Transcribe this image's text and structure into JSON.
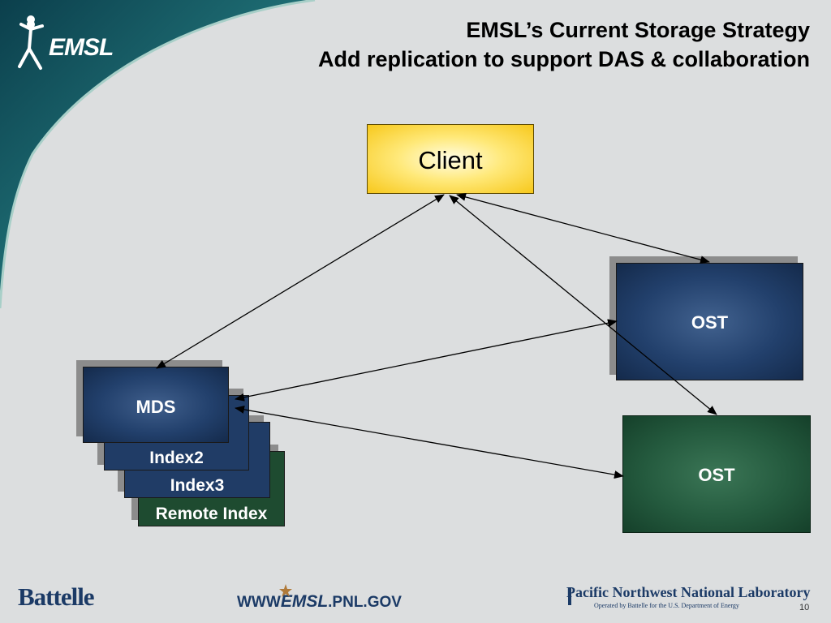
{
  "slide": {
    "title_line1": "EMSL’s Current Storage Strategy",
    "title_line2": "Add replication to support DAS & collaboration",
    "header_logo_text": "EMSL",
    "page_number": "10"
  },
  "diagram": {
    "client_label": "Client",
    "ost_top_label": "OST",
    "ost_bottom_label": "OST",
    "mds_label": "MDS",
    "index2_label": "Index2",
    "index3_label": "Index3",
    "remote_index_label": "Remote Index"
  },
  "footer": {
    "battelle": "Battelle",
    "www_prefix": "WWW",
    "www_emsl": "EMSL",
    "www_suffix": ".PNL.GOV",
    "lab_name": "Pacific Northwest National Laboratory",
    "lab_sub": "Operated by Battelle for the U.S. Department of Energy"
  },
  "colors": {
    "swoosh_teal": "#1f6f75",
    "swoosh_dark": "#0f3e4a",
    "client_gold": "#f7c81b",
    "ost_navy": "#22406c",
    "ost_green": "#245a3e"
  }
}
